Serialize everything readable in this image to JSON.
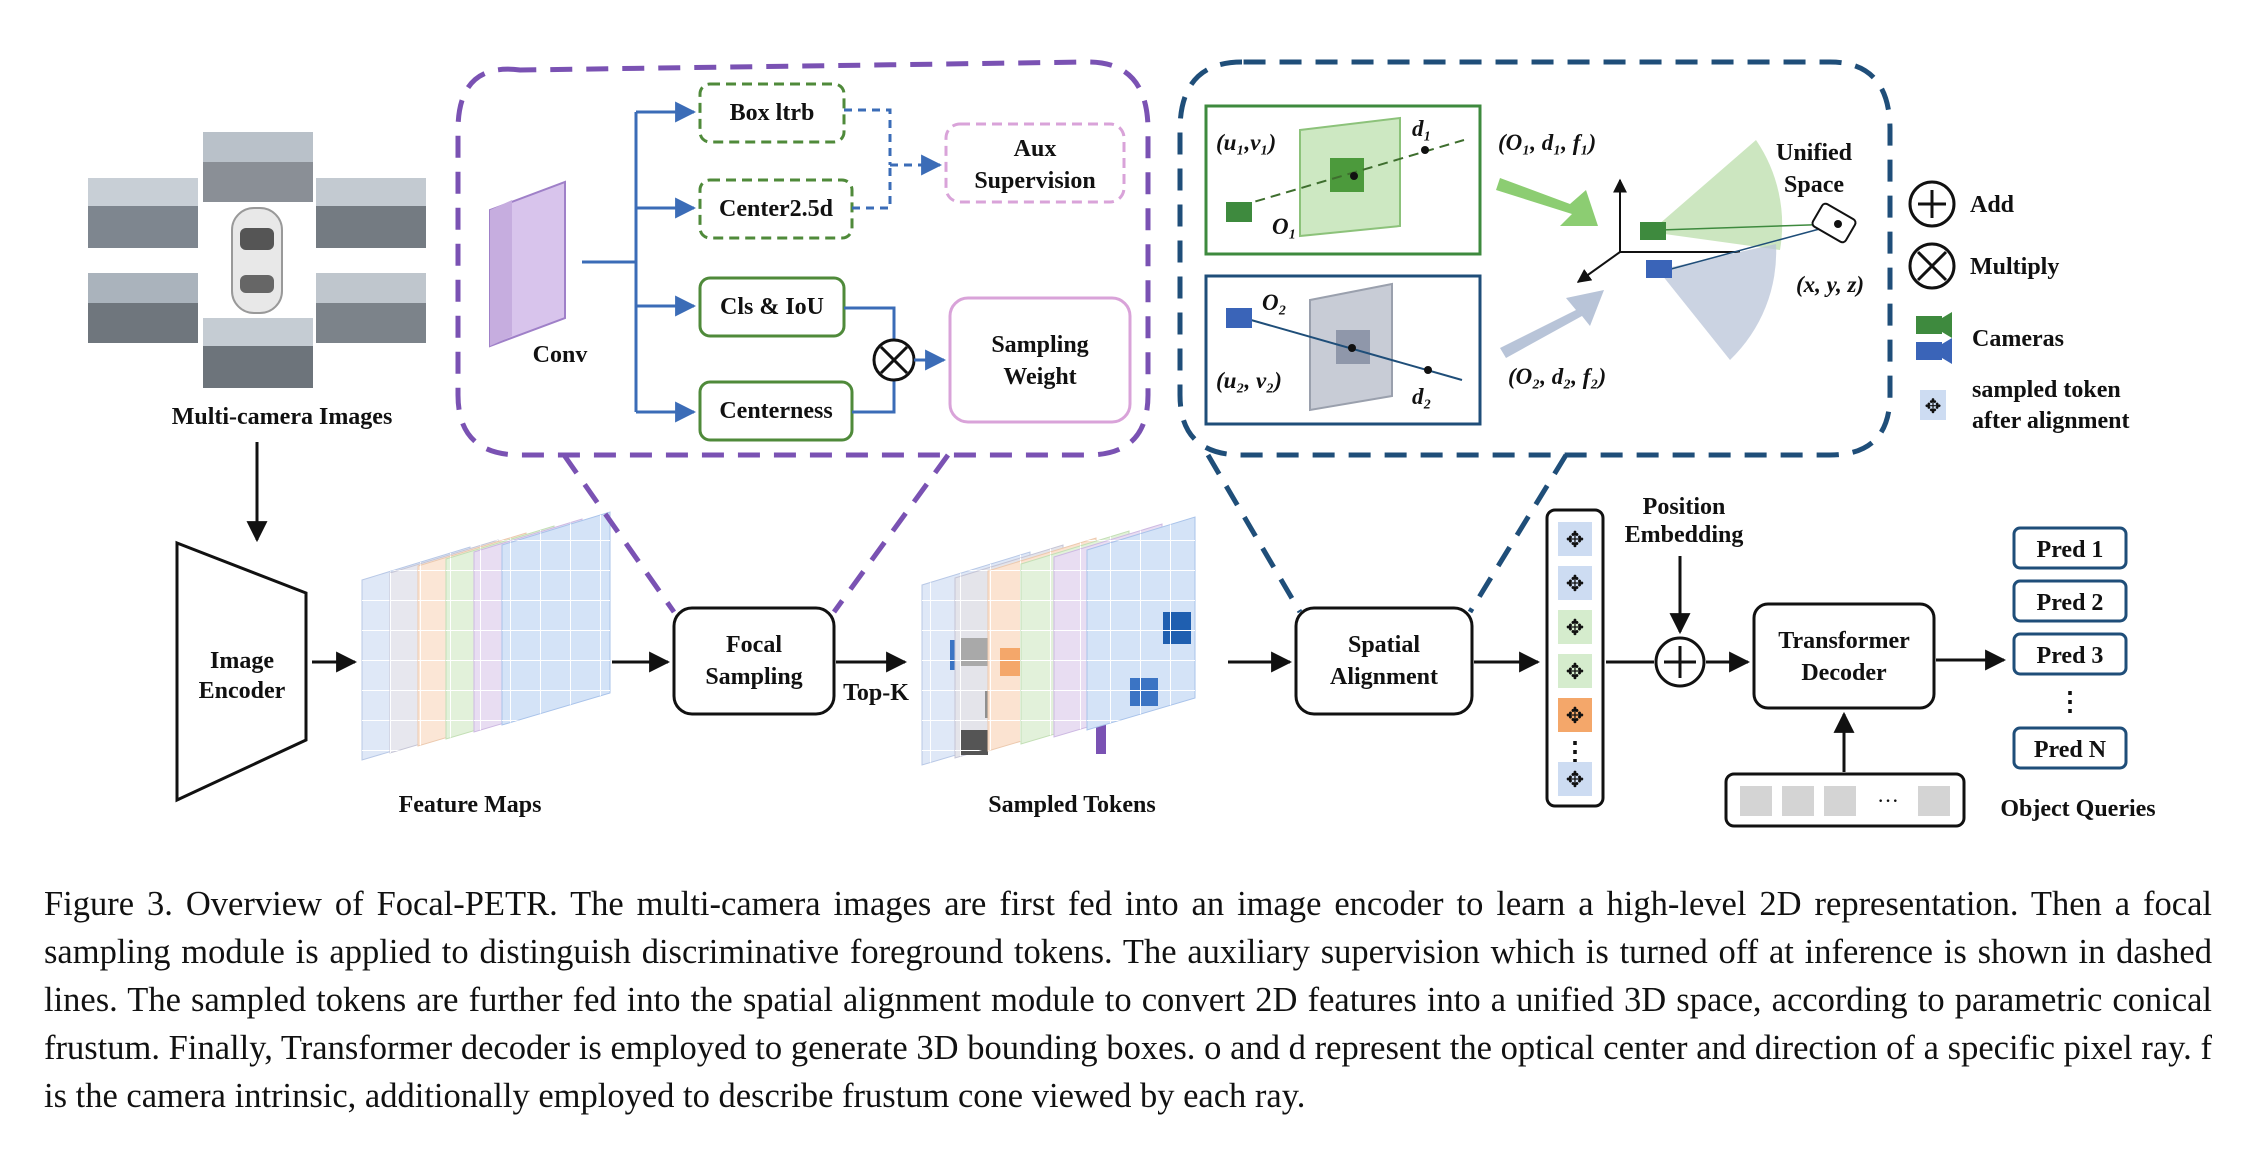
{
  "figure": {
    "input_label": "Multi-camera Images",
    "encoder_label_1": "Image",
    "encoder_label_2": "Encoder",
    "feature_maps_label": "Feature Maps",
    "focal_label_1": "Focal",
    "focal_label_2": "Sampling",
    "topk_label": "Top-K",
    "sampled_tokens_label": "Sampled Tokens",
    "spatial_label_1": "Spatial",
    "spatial_label_2": "Alignment",
    "position_label_1": "Position",
    "position_label_2": "Embedding",
    "decoder_label_1": "Transformer",
    "decoder_label_2": "Decoder",
    "object_queries_label": "Object Queries",
    "query_ellipsis": "···",
    "token_ellipsis": "⋮",
    "preds": [
      "Pred 1",
      "Pred 2",
      "Pred 3",
      "Pred N"
    ],
    "pred_ellipsis": "⋮",
    "focal_detail": {
      "conv_label": "Conv",
      "box_label": "Box ltrb",
      "center_label": "Center2.5d",
      "cls_label": "Cls & IoU",
      "centerness_label": "Centerness",
      "aux_label_1": "Aux",
      "aux_label_2": "Supervision",
      "weight_label_1": "Sampling",
      "weight_label_2": "Weight"
    },
    "alignment_detail": {
      "unified_label_1": "Unified",
      "unified_label_2": "Space",
      "uv1": "(u₁,v₁)",
      "uv2": "(u₂, v₂)",
      "d1": "d₁",
      "d2": "d₂",
      "o1": "O₁",
      "o2": "O₂",
      "tuple1": "(O₁, d₁, f₁)",
      "tuple2": "(O₂, d₂, f₂)",
      "xyz": "(x, y, z)"
    },
    "legend": {
      "add": "Add",
      "multiply": "Multiply",
      "cameras": "Cameras",
      "sampled_1": "sampled token",
      "sampled_2": "after alignment"
    },
    "colors": {
      "purple_dashed": "#7a52b3",
      "navy_dashed": "#1f4e79",
      "green_box": "#4f8a3a",
      "pink_box": "#d9a3d9",
      "camera_green": "#3e8a3e",
      "camera_blue": "#3a64b8",
      "token_blue": "#cddcf2",
      "token_green": "#d5eccd",
      "token_orange": "#f4a76a"
    }
  },
  "caption": {
    "text": "Figure 3. Overview of Focal-PETR. The multi-camera images are first fed into an image encoder to learn a high-level 2D representation. Then a focal sampling module is applied to distinguish discriminative foreground tokens. The auxiliary supervision which is turned off at inference is shown in dashed lines. The sampled tokens are further fed into the spatial alignment module to convert 2D features into a unified 3D space, according to parametric conical frustum. Finally, Transformer decoder is employed to generate 3D bounding boxes. o and d represent the optical center and direction of a specific pixel ray. f is the camera intrinsic, additionally employed to describe frustum cone viewed by each ray."
  }
}
